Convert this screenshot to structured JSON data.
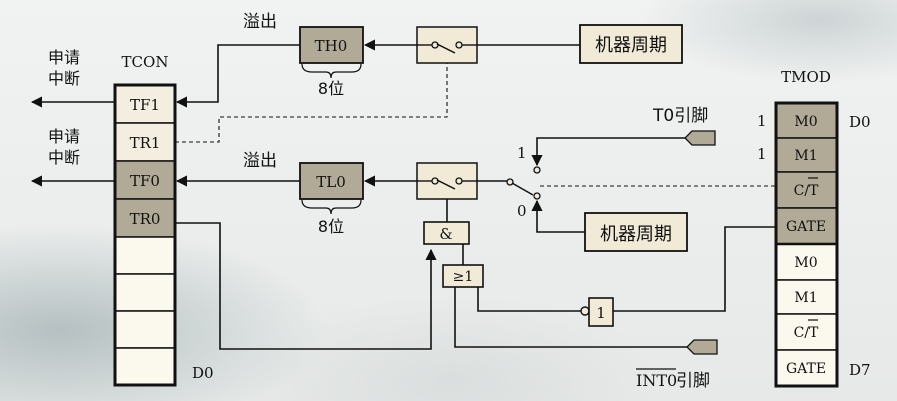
{
  "labels": {
    "apply_interrupt_top_line1": "申请",
    "apply_interrupt_top_line2": "中断",
    "apply_interrupt_bottom_line1": "申请",
    "apply_interrupt_bottom_line2": "中断",
    "tcon_title": "TCON",
    "tmod_title": "TMOD",
    "overflow_top": "溢出",
    "overflow_bottom": "溢出",
    "bits_top": "8位",
    "bits_bottom": "8位",
    "machine_cycle_top": "机器周期",
    "machine_cycle_bottom": "机器周期",
    "t0_pin": "T0引脚",
    "int0_pin": "INT0引脚",
    "int0_overline": "INT0",
    "int0_suffix": "引脚",
    "tcon_d0": "D0",
    "tmod_d0": "D0",
    "tmod_d7": "D7",
    "switch_one": "1",
    "switch_zero": "0",
    "m0_value": "1",
    "m1_value": "1"
  },
  "registers": {
    "th0": "TH0",
    "tl0": "TL0"
  },
  "tcon_cells": [
    "TF1",
    "TR1",
    "TF0",
    "TR0",
    "",
    "",
    "",
    ""
  ],
  "tmod_cells": [
    "M0",
    "M1",
    "C/T",
    "GATE",
    "M0",
    "M1",
    "C/T",
    "GATE"
  ],
  "gates": {
    "and": "&",
    "or": "≥1",
    "not": "1"
  },
  "colors": {
    "highlight_cell": "#b0aa97",
    "light_cell": "#f3eedf",
    "box_fill": "#f0ead7",
    "line": "#111111"
  }
}
